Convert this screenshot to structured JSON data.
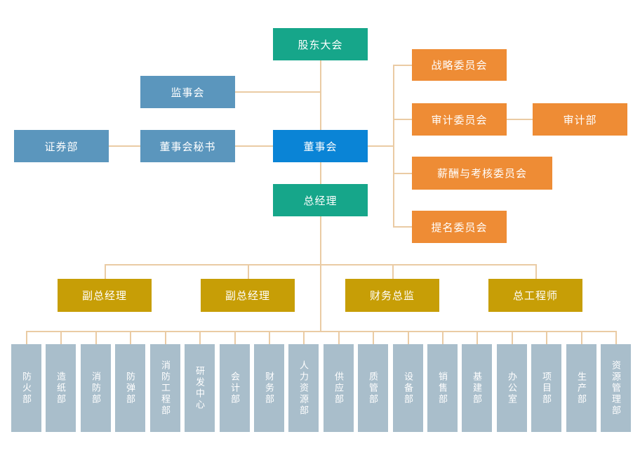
{
  "palette": {
    "teal": "#16A68A",
    "steel_blue": "#5B96BD",
    "bright_blue": "#0A84D6",
    "orange": "#EE8C35",
    "gold": "#C79E06",
    "gray_blue": "#A9BECB",
    "connector_line": "#EACBA4",
    "node_text": "#FFFFFF"
  },
  "nodes": {
    "shareholders_meeting": {
      "label": "股东大会"
    },
    "supervisory_board": {
      "label": "监事会"
    },
    "securities_dept": {
      "label": "证券部"
    },
    "board_secretary": {
      "label": "董事会秘书"
    },
    "board_of_directors": {
      "label": "董事会"
    },
    "general_manager": {
      "label": "总经理"
    },
    "strategy_committee": {
      "label": "战略委员会"
    },
    "audit_committee": {
      "label": "审计委员会"
    },
    "audit_dept": {
      "label": "审计部"
    },
    "compensation_committee": {
      "label": "薪酬与考核委员会"
    },
    "nomination_committee": {
      "label": "提名委员会"
    },
    "deputy_gm_1": {
      "label": "副总经理"
    },
    "deputy_gm_2": {
      "label": "副总经理"
    },
    "finance_director": {
      "label": "财务总监"
    },
    "chief_engineer": {
      "label": "总工程师"
    }
  },
  "departments": [
    "防火部",
    "造纸部",
    "消防部",
    "防弹部",
    "消防工程部",
    "研发中心",
    "会计部",
    "财务部",
    "人力资源部",
    "供应部",
    "质管部",
    "设备部",
    "销售部",
    "基建部",
    "办公室",
    "项目部",
    "生产部",
    "资源管理部"
  ]
}
